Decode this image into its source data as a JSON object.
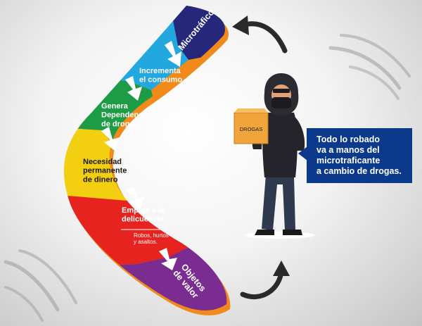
{
  "boomerang": {
    "steps": [
      {
        "lines": [
          "Microtráfico"
        ],
        "color": "#25287a"
      },
      {
        "lines": [
          "Incrementa",
          "el consumo"
        ],
        "color": "#22a7df"
      },
      {
        "lines": [
          "Genera",
          "Dependencia",
          "de drogas"
        ],
        "color": "#1e9b45"
      },
      {
        "lines": [
          "Necesidad",
          "permanente",
          "de dinero"
        ],
        "color": "#f3cf12"
      },
      {
        "lines": [
          "Empuja a la",
          "delicuencia"
        ],
        "color": "#e6231e"
      },
      {
        "lines": [
          "Objetos",
          "de valor"
        ],
        "color": "#7a2c91"
      }
    ],
    "delinquency_note": [
      "Robos, hurtos",
      "y asaltos."
    ],
    "edge_color": "#f28a1b"
  },
  "box_label": "DROGAS",
  "info_box": {
    "lines": [
      "Todo lo robado",
      "va a manos del",
      "microtraficante",
      "a cambio de drogas."
    ],
    "color": "#0b3a8c"
  }
}
